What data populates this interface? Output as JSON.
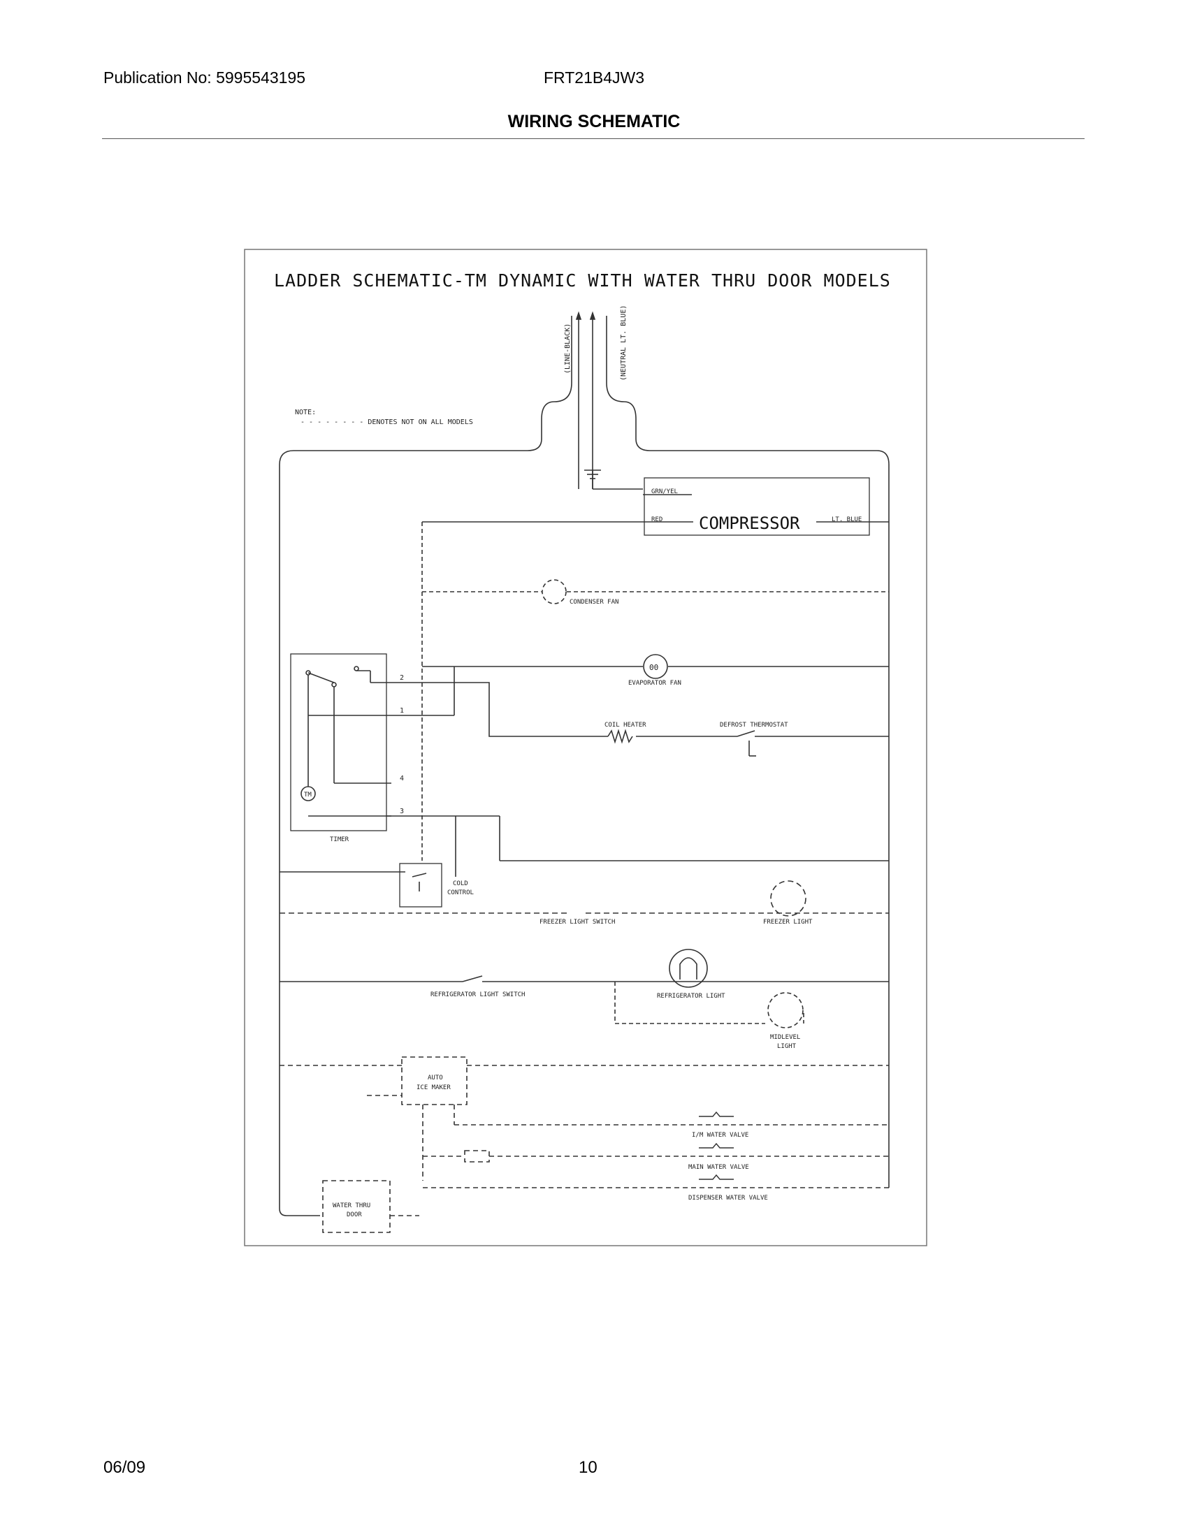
{
  "header": {
    "publication": "Publication No: 5995543195",
    "model": "FRT21B4JW3",
    "section_title": "WIRING SCHEMATIC"
  },
  "schematic": {
    "title": "LADDER SCHEMATIC-TM DYNAMIC WITH WATER THRU DOOR MODELS",
    "line_label": "(LINE-BLACK)",
    "neutral_label": "(NEUTRAL LT. BLUE)",
    "note_heading": "NOTE:",
    "note_text": "- - - - - - - - DENOTES NOT ON ALL MODELS",
    "compressor": "COMPRESSOR",
    "wire_grn_yel": "GRN/YEL",
    "wire_red": "RED",
    "wire_lt_blue": "LT. BLUE",
    "condenser_fan": "CONDENSER FAN",
    "evaporator_fan": "EVAPORATOR FAN",
    "evap_fan_symbol": "00",
    "coil_heater": "COIL HEATER",
    "defrost_thermostat": "DEFROST THERMOSTAT",
    "timer": "TIMER",
    "timer_motor": "TM",
    "term_2": "2",
    "term_1": "1",
    "term_4": "4",
    "term_3": "3",
    "cold_control_1": "COLD",
    "cold_control_2": "CONTROL",
    "freezer_light_switch": "FREEZER LIGHT SWITCH",
    "freezer_light": "FREEZER LIGHT",
    "refrigerator_light_switch": "REFRIGERATOR LIGHT SWITCH",
    "refrigerator_light": "REFRIGERATOR LIGHT",
    "midlevel_1": "MIDLEVEL",
    "midlevel_2": "LIGHT",
    "ice_maker_1": "AUTO",
    "ice_maker_2": "ICE MAKER",
    "im_water_valve": "I/M WATER VALVE",
    "main_water_valve": "MAIN WATER VALVE",
    "dispenser_water_valve": "DISPENSER WATER VALVE",
    "water_thru_door_1": "WATER THRU",
    "water_thru_door_2": "DOOR"
  },
  "footer": {
    "date": "06/09",
    "page": "10"
  }
}
